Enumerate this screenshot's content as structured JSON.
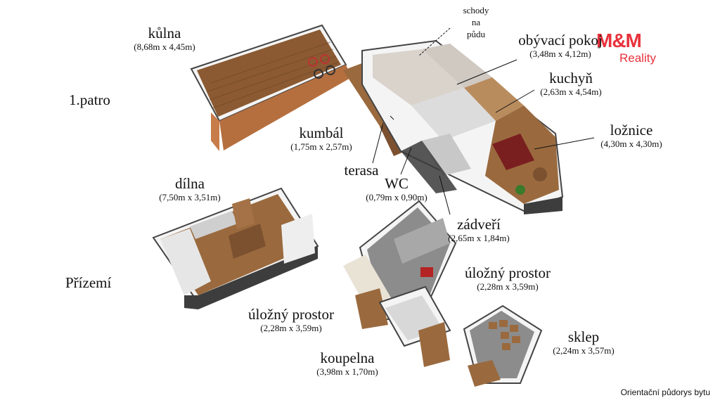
{
  "floors": {
    "upper": "1.patro",
    "ground": "Přízemí"
  },
  "logo": {
    "mark": "M&M",
    "sub": "Reality"
  },
  "rooms": {
    "kulna": {
      "name": "kůlna",
      "dim": "(8,68m x 4,45m)"
    },
    "schody": {
      "line1": "schody",
      "line2": "na",
      "line3": "půdu"
    },
    "obyvaci": {
      "name": "obývací pokoj",
      "dim": "(3,48m x 4,12m)"
    },
    "kuchyn": {
      "name": "kuchyň",
      "dim": "(2,63m x 4,54m)"
    },
    "loznice": {
      "name": "ložnice",
      "dim": "(4,30m x 4,30m)"
    },
    "kumbal": {
      "name": "kumbál",
      "dim": "(1,75m x 2,57m)"
    },
    "terasa": {
      "name": "terasa"
    },
    "wc": {
      "name": "WC",
      "dim": "(0,79m x 0,90m)"
    },
    "zadveri": {
      "name": "zádveří",
      "dim": "(2,65m x 1,84m)"
    },
    "dilna": {
      "name": "dílna",
      "dim": "(7,50m x 3,51m)"
    },
    "ulozny1": {
      "name": "úložný prostor",
      "dim": "(2,28m x 3,59m)"
    },
    "ulozny2": {
      "name": "úložný prostor",
      "dim": "(2,28m x 3,59m)"
    },
    "koupelna": {
      "name": "koupelna",
      "dim": "(3,98m x 1,70m)"
    },
    "sklep": {
      "name": "sklep",
      "dim": "(2,24m x 3,57m)"
    }
  },
  "footer": "Orientační půdorys bytu",
  "colors": {
    "wall": "#3d3d3d",
    "wall_top": "#f2f2f2",
    "wood": "#9a6a3e",
    "wood_dark": "#7c5130",
    "tile": "#d8d8d8",
    "concrete": "#8c8c8c",
    "brand": "#e8323c"
  }
}
